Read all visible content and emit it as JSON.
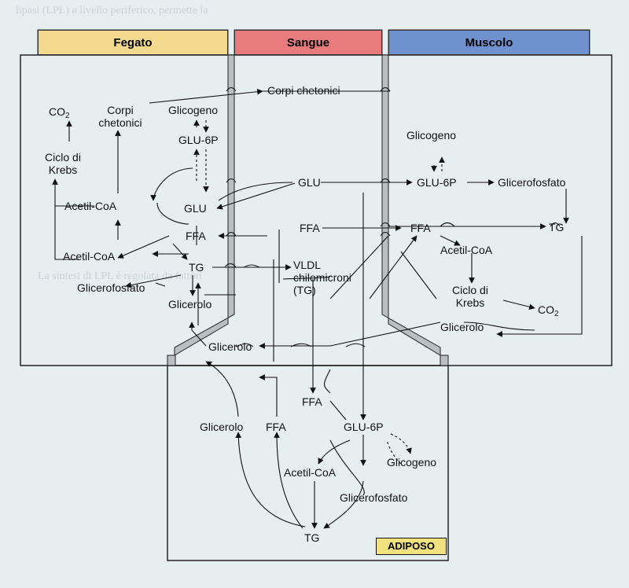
{
  "headers": {
    "fegato": "Fegato",
    "sangue": "Sangue",
    "muscolo": "Muscolo"
  },
  "colors": {
    "fegato": "#f2d98e",
    "sangue": "#e87b7b",
    "muscolo": "#6f92cf",
    "background": "#e6eef0",
    "adiposo_label": "#f2e27e"
  },
  "liver": {
    "co2": "CO",
    "co2_sub": "2",
    "corpi_chetonici": "Corpi\nchetonici",
    "glicogeno": "Glicogeno",
    "ciclo_krebs": "Ciclo di\nKrebs",
    "glu6p": "GLU-6P",
    "acetil_coa_1": "Acetil-CoA",
    "glu": "GLU",
    "ffa": "FFA",
    "acetil_coa_2": "Acetil-CoA",
    "tg": "TG",
    "glicerofosfato": "Glicerofosfato",
    "glicerolo": "Glicerolo"
  },
  "blood": {
    "corpi_chetonici": "Corpi chetonici",
    "glu": "GLU",
    "ffa": "FFA",
    "vldl": "VLDL\nchilomicroni\n(TG)",
    "glicerolo": "Glicerolo"
  },
  "muscle": {
    "glicogeno": "Glicogeno",
    "glu6p": "GLU-6P",
    "glicerofosfato": "Glicerofosfato",
    "ffa": "FFA",
    "tg": "TG",
    "acetil_coa": "Acetil-CoA",
    "ciclo_krebs": "Ciclo di\nKrebs",
    "co2": "CO",
    "co2_sub": "2",
    "glicerolo": "Glicerolo"
  },
  "adipose": {
    "ffa_top": "FFA",
    "glicerolo": "Glicerolo",
    "ffa": "FFA",
    "glu6p": "GLU-6P",
    "glicogeno": "Glicogeno",
    "acetil_coa": "Acetil-CoA",
    "glicerofosfato": "Glicerofosfato",
    "tg": "TG",
    "label": "ADIPOSO"
  },
  "background_text": {
    "line_01": "lipasi (LPL) a livello periferico, permette la",
    "line_12": "La sintesi di LPL è regolata da fattori"
  }
}
